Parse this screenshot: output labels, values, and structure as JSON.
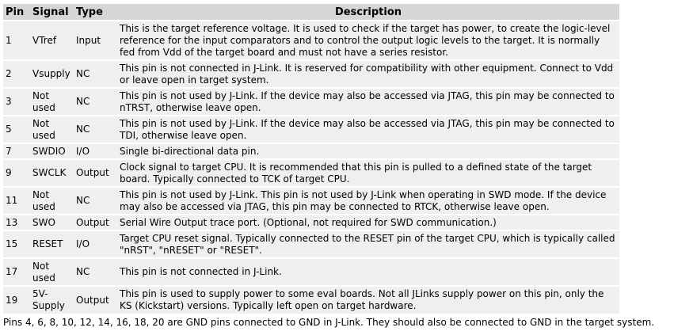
{
  "table": {
    "headers": {
      "pin": "Pin",
      "signal": "Signal",
      "type": "Type",
      "description": "Description"
    },
    "rows": [
      {
        "pin": "1",
        "signal": "VTref",
        "type": "Input",
        "description": "This is the target reference voltage. It is used to check if the target has power, to create the logic-level reference for the input comparators and to control the output logic levels to the target. It is normally fed from Vdd of the target board and must not have a series resistor."
      },
      {
        "pin": "2",
        "signal": "Vsupply",
        "type": "NC",
        "description": "This pin is not connected in J-Link. It is reserved for compatibility with other equipment. Connect to Vdd or leave open in target system."
      },
      {
        "pin": "3",
        "signal": "Not used",
        "type": "NC",
        "description": "This pin is not used by J-Link. If the device may also be accessed via JTAG, this pin may be connected to nTRST, otherwise leave open."
      },
      {
        "pin": "5",
        "signal": "Not used",
        "type": "NC",
        "description": "This pin is not used by J-Link. If the device may also be accessed via JTAG, this pin may be connected to TDI, otherwise leave open."
      },
      {
        "pin": "7",
        "signal": "SWDIO",
        "type": "I/O",
        "description": "Single bi-directional data pin."
      },
      {
        "pin": "9",
        "signal": "SWCLK",
        "type": "Output",
        "description": "Clock signal to target CPU. It is recommended that this pin is pulled to a defined state of the target board. Typically connected to TCK of target CPU."
      },
      {
        "pin": "11",
        "signal": "Not used",
        "type": "NC",
        "description": "This pin is not used by J-Link. This pin is not used by J-Link when operating in SWD mode. If the device may also be accessed via JTAG, this pin may be connected to RTCK, otherwise leave open."
      },
      {
        "pin": "13",
        "signal": "SWO",
        "type": "Output",
        "description": "Serial Wire Output trace port. (Optional, not required for SWD communication.)"
      },
      {
        "pin": "15",
        "signal": "RESET",
        "type": "I/O",
        "description": "Target CPU reset signal. Typically connected to the RESET pin of the target CPU, which is typically called \"nRST\", \"nRESET\" or \"RESET\"."
      },
      {
        "pin": "17",
        "signal": "Not used",
        "type": "NC",
        "description": "This pin is not connected in J-Link."
      },
      {
        "pin": "19",
        "signal": "5V-Supply",
        "type": "Output",
        "description": "This pin is used to supply power to some eval boards. Not all JLinks supply power on this pin, only the KS (Kickstart) versions. Typically left open on target hardware."
      }
    ]
  },
  "footnote": "Pins 4, 6, 8, 10, 12, 14, 16, 18, 20 are GND pins connected to GND in J-Link. They should also be connected to GND in the target system."
}
